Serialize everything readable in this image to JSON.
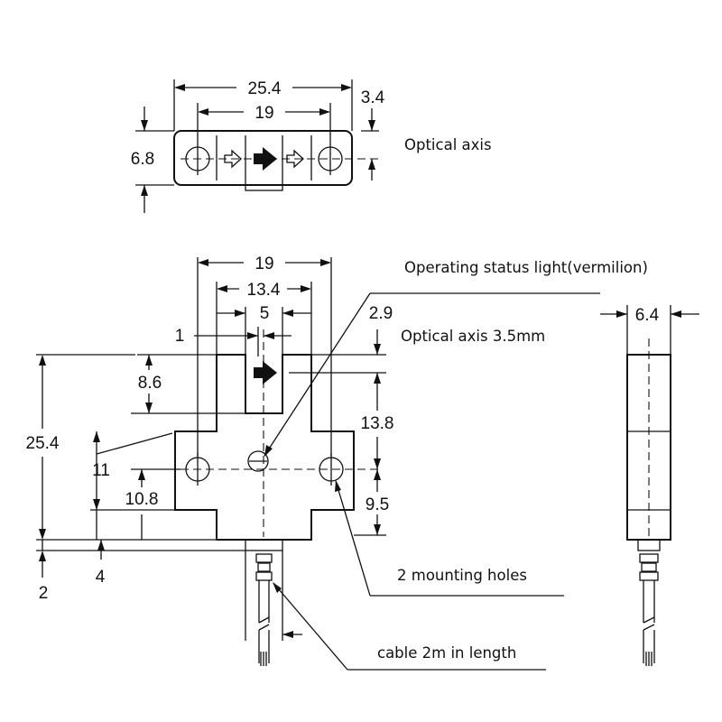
{
  "top_view": {
    "dim_overall_width": "25.4",
    "dim_slot_width": "19",
    "dim_height": "6.8",
    "dim_right": "3.4"
  },
  "front_view": {
    "dim_width": "19",
    "dim_inner": "13.4",
    "dim_slot": "5",
    "dim_left_offset": "1",
    "dim_top_right": "2.9",
    "dim_slot_depth": "8.6",
    "dim_total_height": "25.4",
    "dim_right_upper": "13.8",
    "dim_hole_height_a": "11",
    "dim_hole_height_b": "10.8",
    "dim_right_lower": "9.5",
    "dim_bottom_a": "2",
    "dim_bottom_b": "4"
  },
  "side_view": {
    "dim_width": "6.4"
  },
  "notes": {
    "optical_axis": "Optical axis",
    "status_light": "Operating status light(vermilion)",
    "optical_axis_height": "Optical axis 3.5mm",
    "mounting_holes": "2 mounting holes",
    "cable": "cable 2m in length"
  }
}
